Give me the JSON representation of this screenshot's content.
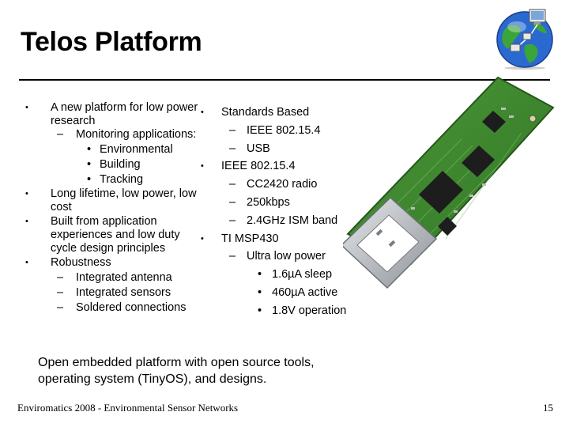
{
  "slide": {
    "title": "Telos Platform",
    "left_list": {
      "b1_new_platform": "A new platform for low power research",
      "b2_monitoring": "Monitoring applications:",
      "b3_environmental": "Environmental",
      "b3_building": "Building",
      "b3_tracking": "Tracking",
      "b1_lifetime": "Long lifetime, low power, low cost",
      "b1_built_from": "Built from application experiences and low duty cycle design principles",
      "b1_robustness": "Robustness",
      "b2_antenna": "Integrated antenna",
      "b2_sensors": "Integrated sensors",
      "b2_soldered": "Soldered connections"
    },
    "right_list": {
      "b1_standards": "Standards Based",
      "b2_ieee": "IEEE 802.15.4",
      "b2_usb": "USB",
      "b1_ieee": "IEEE 802.15.4",
      "b2_cc2420": "CC2420 radio",
      "b2_250kbps": "250kbps",
      "b2_ism": "2.4GHz ISM band",
      "b1_msp": "TI MSP430",
      "b2_ultra_low": "Ultra low power",
      "b3_sleep": "1.6µA sleep",
      "b3_active": "460µA active",
      "b3_operation": "1.8V operation"
    },
    "summary": "Open embedded platform with open source tools, operating system (TinyOS), and designs.",
    "footer": "Enviromatics 2008 - Environmental Sensor Networks",
    "page_number": "15",
    "markers": {
      "bullet": "•",
      "dash": "–"
    }
  },
  "colors": {
    "board_green": "#3f8a2e",
    "usb_metal": "#c8ccd0",
    "globe_ocean": "#2a6ad0",
    "globe_land": "#3aa53a"
  },
  "icons": [
    "globe-network-icon",
    "telos-usb-board-image"
  ]
}
